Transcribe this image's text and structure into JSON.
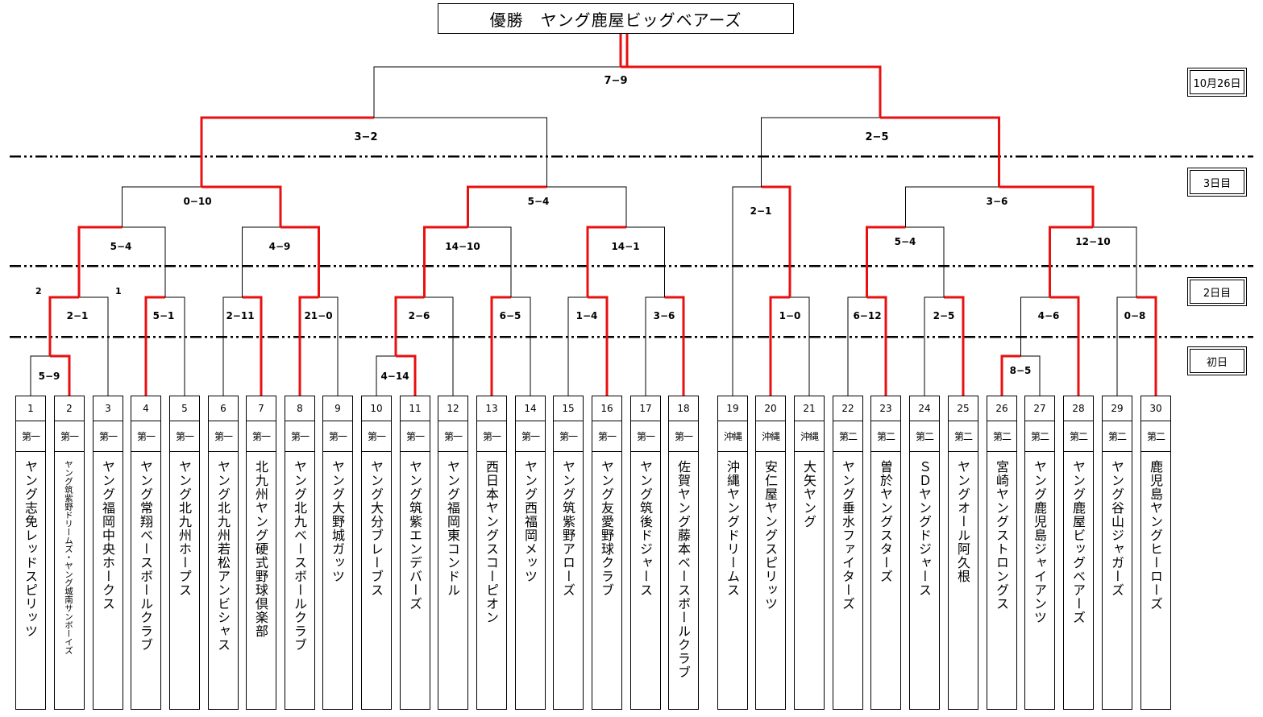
{
  "title": "優勝　ヤング鹿屋ビッグベアーズ",
  "colors": {
    "winner": "#e81010",
    "line": "#000000"
  },
  "days": [
    "10月26日",
    "3日目",
    "2日目",
    "初日"
  ],
  "teams": [
    {
      "no": "1",
      "region": "第一",
      "name": "ヤング志免レッドスピリッツ"
    },
    {
      "no": "2",
      "region": "第一",
      "name": "ヤング筑紫野ドリームズ・ヤング城南サンボーイズ"
    },
    {
      "no": "3",
      "region": "第一",
      "name": "ヤング福岡中央ホークス"
    },
    {
      "no": "4",
      "region": "第一",
      "name": "ヤング常翔ベースボールクラブ"
    },
    {
      "no": "5",
      "region": "第一",
      "name": "ヤング北九州ホープス"
    },
    {
      "no": "6",
      "region": "第一",
      "name": "ヤング北九州若松アンビシャス"
    },
    {
      "no": "7",
      "region": "第一",
      "name": "北九州ヤング硬式野球倶楽部"
    },
    {
      "no": "8",
      "region": "第一",
      "name": "ヤング北九ベースボールクラブ"
    },
    {
      "no": "9",
      "region": "第一",
      "name": "ヤング大野城ガッツ"
    },
    {
      "no": "10",
      "region": "第一",
      "name": "ヤング大分ブレーブス"
    },
    {
      "no": "11",
      "region": "第一",
      "name": "ヤング筑紫エンデバーズ"
    },
    {
      "no": "12",
      "region": "第一",
      "name": "ヤング福岡東コンドル"
    },
    {
      "no": "13",
      "region": "第一",
      "name": "西日本ヤングスコーピオン"
    },
    {
      "no": "14",
      "region": "第一",
      "name": "ヤング西福岡メッツ"
    },
    {
      "no": "15",
      "region": "第一",
      "name": "ヤング筑紫野アローズ"
    },
    {
      "no": "16",
      "region": "第一",
      "name": "ヤング友愛野球クラブ"
    },
    {
      "no": "17",
      "region": "第一",
      "name": "ヤング筑後ドジャース"
    },
    {
      "no": "18",
      "region": "第一",
      "name": "佐賀ヤング藤本ベースボールクラブ"
    },
    {
      "no": "19",
      "region": "沖縄",
      "name": "沖縄ヤングドリームス"
    },
    {
      "no": "20",
      "region": "沖縄",
      "name": "安仁屋ヤングスピリッツ"
    },
    {
      "no": "21",
      "region": "沖縄",
      "name": "大矢ヤング"
    },
    {
      "no": "22",
      "region": "第二",
      "name": "ヤング垂水ファイターズ"
    },
    {
      "no": "23",
      "region": "第二",
      "name": "曽於ヤングスターズ"
    },
    {
      "no": "24",
      "region": "第二",
      "name": "ＳＤヤングドジャース"
    },
    {
      "no": "25",
      "region": "第二",
      "name": "ヤングオール阿久根"
    },
    {
      "no": "26",
      "region": "第二",
      "name": "宮崎ヤングストロングス"
    },
    {
      "no": "27",
      "region": "第二",
      "name": "ヤング鹿児島ジャイアンツ"
    },
    {
      "no": "28",
      "region": "第二",
      "name": "ヤング鹿屋ビッグベアーズ"
    },
    {
      "no": "29",
      "region": "第二",
      "name": "ヤング谷山ジャガーズ"
    },
    {
      "no": "30",
      "region": "第二",
      "name": "鹿児島ヤングヒーローズ"
    }
  ],
  "seeds": {
    "left": "2",
    "right": "1"
  },
  "scores": [
    {
      "id": "r1-1",
      "text": "5−9"
    },
    {
      "id": "r1-2",
      "text": "4−14"
    },
    {
      "id": "r1-3",
      "text": "8−5"
    },
    {
      "id": "r2-1",
      "text": "2−1"
    },
    {
      "id": "r2-2",
      "text": "5−1"
    },
    {
      "id": "r2-3",
      "text": "2−11"
    },
    {
      "id": "r2-4",
      "text": "21−0"
    },
    {
      "id": "r2-5",
      "text": "2−6"
    },
    {
      "id": "r2-6",
      "text": "6−5"
    },
    {
      "id": "r2-7",
      "text": "1−4"
    },
    {
      "id": "r2-8",
      "text": "3−6"
    },
    {
      "id": "r2-9",
      "text": "1−0"
    },
    {
      "id": "r2-10",
      "text": "6−12"
    },
    {
      "id": "r2-11",
      "text": "2−5"
    },
    {
      "id": "r2-12",
      "text": "4−6"
    },
    {
      "id": "r2-13",
      "text": "0−8"
    },
    {
      "id": "r3-1",
      "text": "5−4"
    },
    {
      "id": "r3-2",
      "text": "4−9"
    },
    {
      "id": "r3-3",
      "text": "14−10"
    },
    {
      "id": "r3-4",
      "text": "14−1"
    },
    {
      "id": "r3-5",
      "text": "5−4"
    },
    {
      "id": "r3-6",
      "text": "12−10"
    },
    {
      "id": "r4-1",
      "text": "0−10"
    },
    {
      "id": "r4-2",
      "text": "5−4"
    },
    {
      "id": "r4-3",
      "text": "2−1"
    },
    {
      "id": "r4-4",
      "text": "3−6"
    },
    {
      "id": "r5-1",
      "text": "3−2"
    },
    {
      "id": "r5-2",
      "text": "2−5"
    },
    {
      "id": "final",
      "text": "7−9"
    }
  ]
}
